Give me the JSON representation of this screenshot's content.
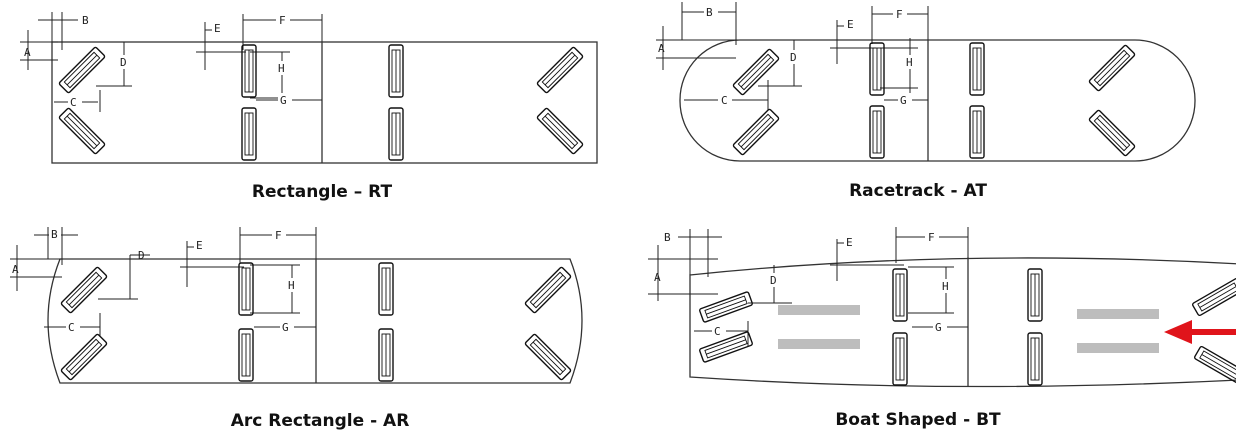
{
  "colors": {
    "line": "#333333",
    "grey_bar": "#bdbdbd",
    "arrow": "#e0141b"
  },
  "diagrams": [
    {
      "id": "rectangle",
      "caption": "Rectangle – RT",
      "labels": {
        "a": "A",
        "b": "B",
        "c": "C",
        "d": "D",
        "e": "E",
        "f": "F",
        "g": "G",
        "h": "H"
      }
    },
    {
      "id": "racetrack",
      "caption": "Racetrack - AT",
      "labels": {
        "a": "A",
        "b": "B",
        "c": "C",
        "d": "D",
        "e": "E",
        "f": "F",
        "g": "G",
        "h": "H"
      }
    },
    {
      "id": "arc-rectangle",
      "caption": "Arc Rectangle - AR",
      "labels": {
        "a": "A",
        "b": "B",
        "c": "C",
        "d": "D",
        "e": "E",
        "f": "F",
        "g": "G",
        "h": "H"
      }
    },
    {
      "id": "boat-shaped",
      "caption": "Boat Shaped - BT",
      "labels": {
        "a": "A",
        "b": "B",
        "c": "C",
        "d": "D",
        "e": "E",
        "f": "F",
        "g": "G",
        "h": "H"
      }
    }
  ]
}
